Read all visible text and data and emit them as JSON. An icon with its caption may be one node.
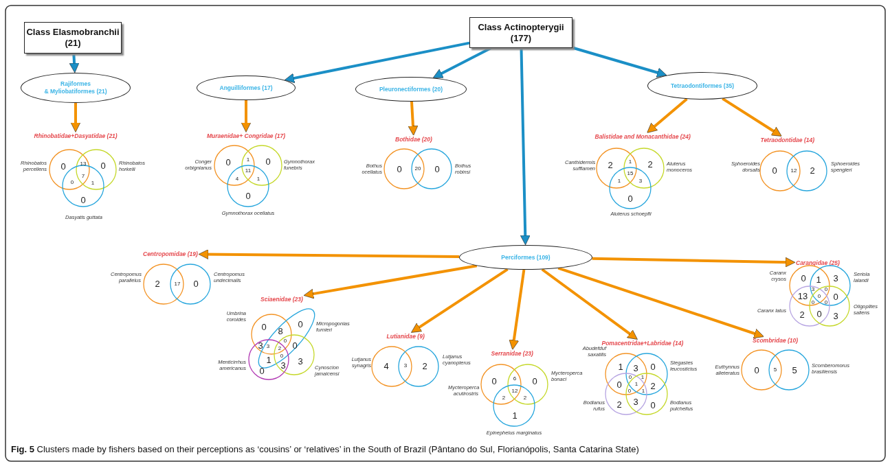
{
  "diagram": {
    "caption": "**Fig. 5** Clusters made by fishers based on their perceptions as ‘cousins’ or ‘relatives’ in the South of Brazil (Pântano do Sul, Florianópolis, Santa Catarina State)",
    "nodes": [
      {
        "text": [
          "Class Elasmobranchii (21)"
        ]
      },
      {
        "text": [
          "Class Actinopterygii (177)"
        ]
      },
      {
        "text": [
          "Rajiformes & Myliobatiformes (21)"
        ]
      },
      {
        "text": [
          "Anguilliformes (17)"
        ]
      },
      {
        "text": [
          "Pleuronectiformes (20)"
        ]
      },
      {
        "text": [
          "Tetraodontiformes (35)"
        ]
      },
      {
        "text": [
          "Rhinobatidae+Dasyatidae (21)",
          "Rhinobatos percellens",
          "Rhinobatos horkelii",
          "Dasyatis guttata",
          "0",
          "13",
          "0",
          "7",
          "0",
          "1",
          "0"
        ]
      },
      {
        "text": [
          "Muraenidae+ Congridae (17)",
          "Conger orbignianus",
          "Gymnothorax funebris",
          "Gymnothorax ocellatus",
          "0",
          "1",
          "0",
          "11",
          "4",
          "1",
          "0"
        ]
      },
      {
        "text": [
          "Bothidae (20)",
          "Bothus ocellatus",
          "0",
          "20",
          "0",
          "Bothus robinsi"
        ]
      },
      {
        "text": [
          "Balistidae and Monacanthidae (24)",
          "Canthidermis sufflamen",
          "Aluterus monoceros",
          "Aluterus schoepfii",
          "2",
          "1",
          "2",
          "15",
          "1",
          "3",
          "0"
        ]
      },
      {
        "text": [
          "Tetraodontidae (14)",
          "Sphoeroides dorsalis",
          "0",
          "12",
          "2",
          "Sphoeroides spengleri"
        ]
      },
      {
        "text": [
          "Centropomidae (19)",
          "Centropomus parallelus",
          "2",
          "17",
          "0",
          "Centropomus undecimalis"
        ]
      },
      {
        "text": [
          "Perciformes (109)"
        ]
      },
      {
        "text": [
          "Carangidae (25)",
          "Caranx crysos",
          "Seriola lalandi",
          "Caranx latus",
          "Oligoplites saliens",
          "0",
          "1",
          "3",
          "3",
          "0",
          "13",
          "0",
          "0",
          "0",
          "0",
          "2",
          "0",
          "3"
        ]
      },
      {
        "text": [
          "Sciaenidae (23)",
          "Umbrina coroides",
          "Micropogonias furnieri",
          "Menticirrhus americanus",
          "Cynoscion jamaicensi",
          "0",
          "8",
          "0",
          "0",
          "3",
          "3",
          "2",
          "0",
          "1",
          "0",
          "3",
          "3",
          "0"
        ]
      },
      {
        "text": [
          "Lutianidae (9)",
          "Lutjanus synagris",
          "4",
          "3",
          "2",
          "Lutjanus cyanopterus"
        ]
      },
      {
        "text": [
          "Serranidae (23)",
          "Mycteroperca acutirostris",
          "Mycteroperca bonaci",
          "Epinephelus marginatus",
          "0",
          "6",
          "0",
          "12",
          "2",
          "2",
          "1"
        ]
      },
      {
        "text": [
          "Pomacentridae+Labridae (14)",
          "Abudefduf saxatilis",
          "Stegastes leucostictus",
          "Bodianus rufus",
          "Bodianus pulchellus",
          "1",
          "3",
          "0",
          "0",
          "1",
          "0",
          "1",
          "2",
          "0",
          "1",
          "2",
          "3",
          "0"
        ]
      },
      {
        "text": [
          "Scombridae (10)",
          "Euthynnus alleteratus",
          "0",
          "5",
          "5",
          "Scomberomorus brasiliensis"
        ]
      }
    ],
    "edges": [
      {
        "from": 0,
        "to": 2,
        "arrow": "to",
        "color": "#1b8fc6"
      },
      {
        "from": 1,
        "to": 3,
        "arrow": "to",
        "color": "#1b8fc6"
      },
      {
        "from": 1,
        "to": 4,
        "arrow": "to",
        "color": "#1b8fc6"
      },
      {
        "from": 1,
        "to": 5,
        "arrow": "to",
        "color": "#1b8fc6"
      },
      {
        "from": 1,
        "to": 12,
        "arrow": "to",
        "color": "#1b8fc6"
      },
      {
        "from": 2,
        "to": 6,
        "arrow": "to"
      },
      {
        "from": 3,
        "to": 7,
        "arrow": "to"
      },
      {
        "from": 4,
        "to": 8,
        "arrow": "to"
      },
      {
        "from": 5,
        "to": 9,
        "arrow": "to"
      },
      {
        "from": 5,
        "to": 10,
        "arrow": "to"
      },
      {
        "from": 12,
        "to": 11,
        "arrow": "to"
      },
      {
        "from": 12,
        "to": 14,
        "arrow": "to"
      },
      {
        "from": 12,
        "to": 15,
        "arrow": "to"
      },
      {
        "from": 12,
        "to": 16,
        "arrow": "to"
      },
      {
        "from": 12,
        "to": 17,
        "arrow": "to"
      },
      {
        "from": 12,
        "to": 18,
        "arrow": "to"
      },
      {
        "from": 12,
        "to": 13,
        "arrow": "to"
      }
    ]
  }
}
